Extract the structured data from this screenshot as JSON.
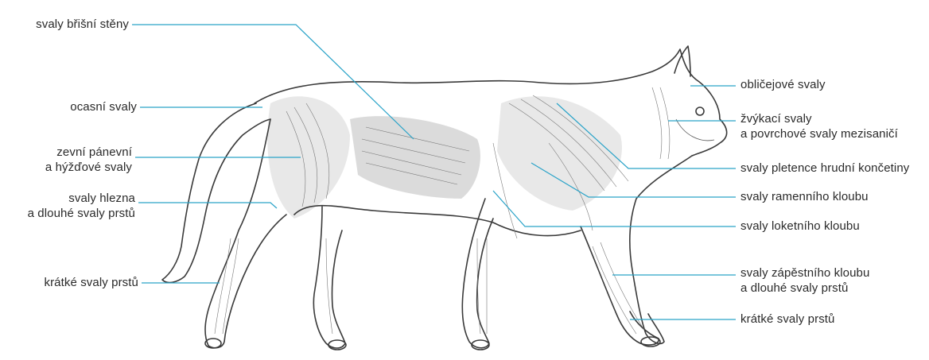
{
  "labels": {
    "abdominal_wall": "svaly břišní stěny",
    "tail": "ocasní svaly",
    "pelvic_gluteal": "zevní pánevní\na hýžďové svaly",
    "hock_digits": "svaly hlezna\na dlouhé svaly prstů",
    "short_digits_hind": "krátké svaly prstů",
    "facial": "obličejové svaly",
    "masticatory": "žvýkací svaly\na povrchové svaly mezisaničí",
    "girdle": "svaly pletence hrudní končetiny",
    "shoulder": "svaly ramenního kloubu",
    "elbow": "svaly loketního kloubu",
    "carpal_digits": "svaly zápěstního kloubu\na dlouhé svaly prstů",
    "short_digits_fore": "krátké svaly prstů"
  },
  "colors": {
    "leader": "#2aa3c8",
    "text": "#2a2a2a",
    "ink": "#3a3a3a"
  }
}
